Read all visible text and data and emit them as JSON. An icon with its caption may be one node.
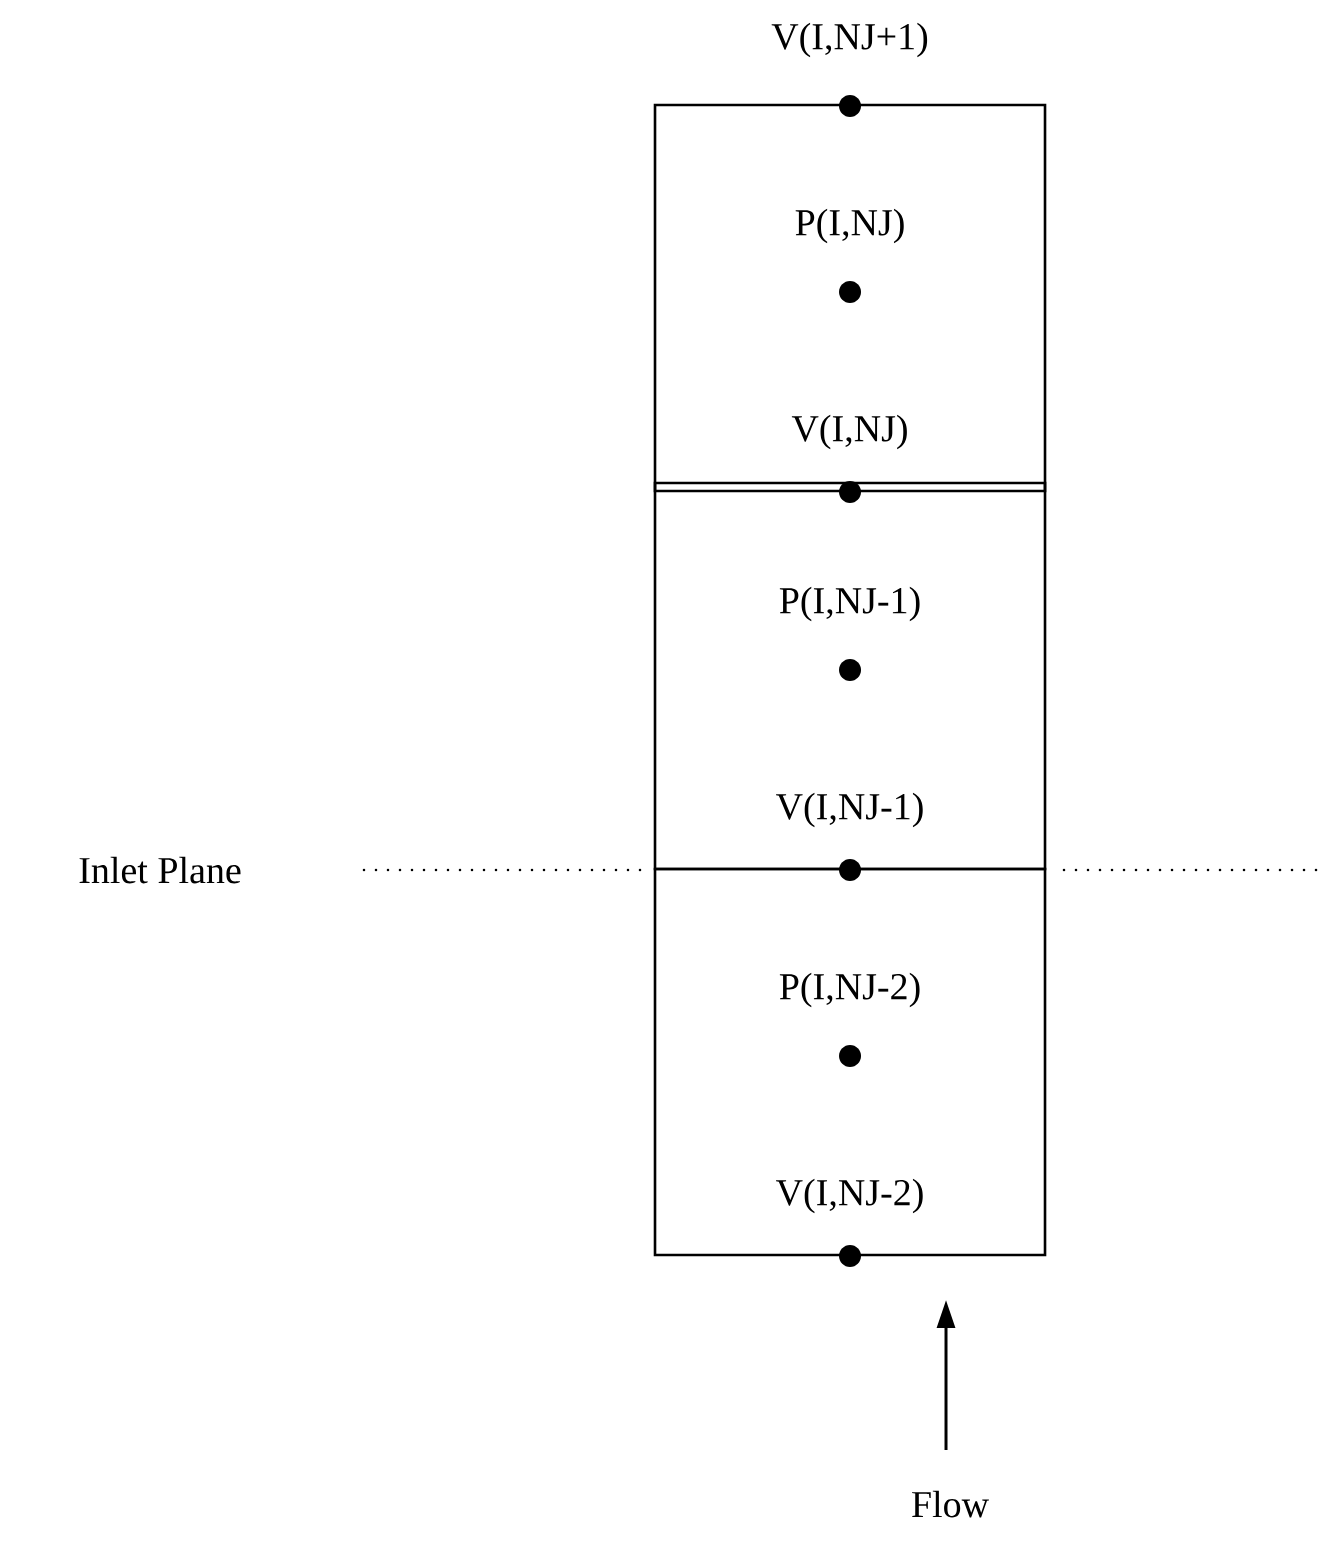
{
  "diagram": {
    "nodes": [
      {
        "text": [
          "P(I,NJ)",
          "V(I,NJ)"
        ],
        "beside": [
          "V(I,NJ+1)"
        ]
      },
      {
        "text": [
          "P(I,NJ-1)",
          "V(I,NJ-1)"
        ]
      },
      {
        "text": [
          "P(I,NJ-2)",
          "V(I,NJ-2)"
        ]
      }
    ],
    "labels": [
      "Inlet Plane",
      "Flow"
    ]
  }
}
